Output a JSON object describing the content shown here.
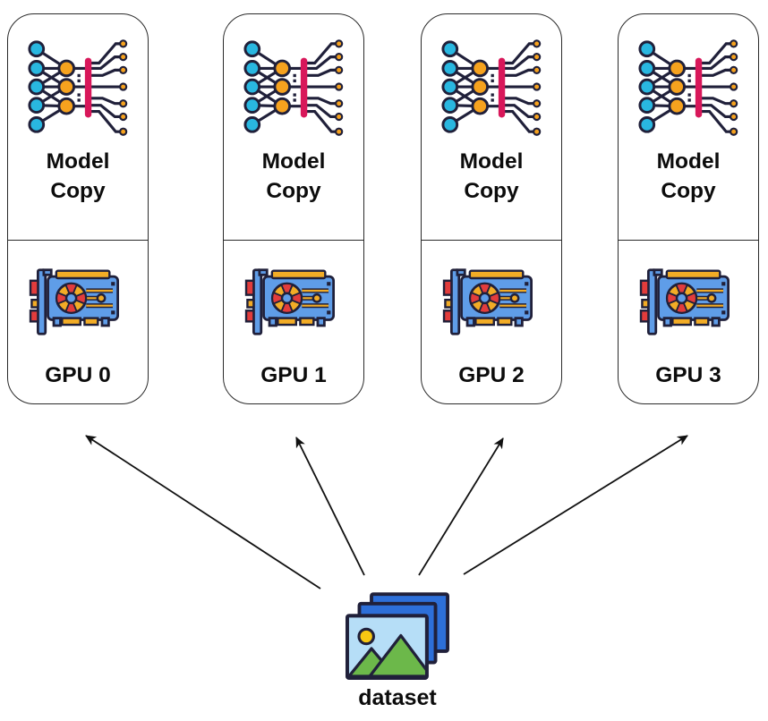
{
  "colors": {
    "outline": "#20203a",
    "node_cyan": "#29b7e0",
    "node_orange": "#f6a21e",
    "bar_red": "#d8175a",
    "gpu_blue": "#5f9de8",
    "gpu_yellow": "#f2ac26",
    "gpu_red": "#e23c3c",
    "photo_blue": "#2d6fd9",
    "photo_sky": "#b6def7",
    "photo_sun": "#f8c712",
    "photo_green": "#6cb84a",
    "arrow_black": "#111111",
    "box_border": "#2a2a2a"
  },
  "icons": {
    "model": "neural-network-icon",
    "gpu": "graphics-card-icon",
    "dataset": "photos-stack-icon"
  },
  "boxes": [
    {
      "model_line1": "Model",
      "model_line2": "Copy",
      "gpu_label": "GPU 0"
    },
    {
      "model_line1": "Model",
      "model_line2": "Copy",
      "gpu_label": "GPU 1"
    },
    {
      "model_line1": "Model",
      "model_line2": "Copy",
      "gpu_label": "GPU 2"
    },
    {
      "model_line1": "Model",
      "model_line2": "Copy",
      "gpu_label": "GPU 3"
    }
  ],
  "dataset": {
    "label": "dataset"
  }
}
